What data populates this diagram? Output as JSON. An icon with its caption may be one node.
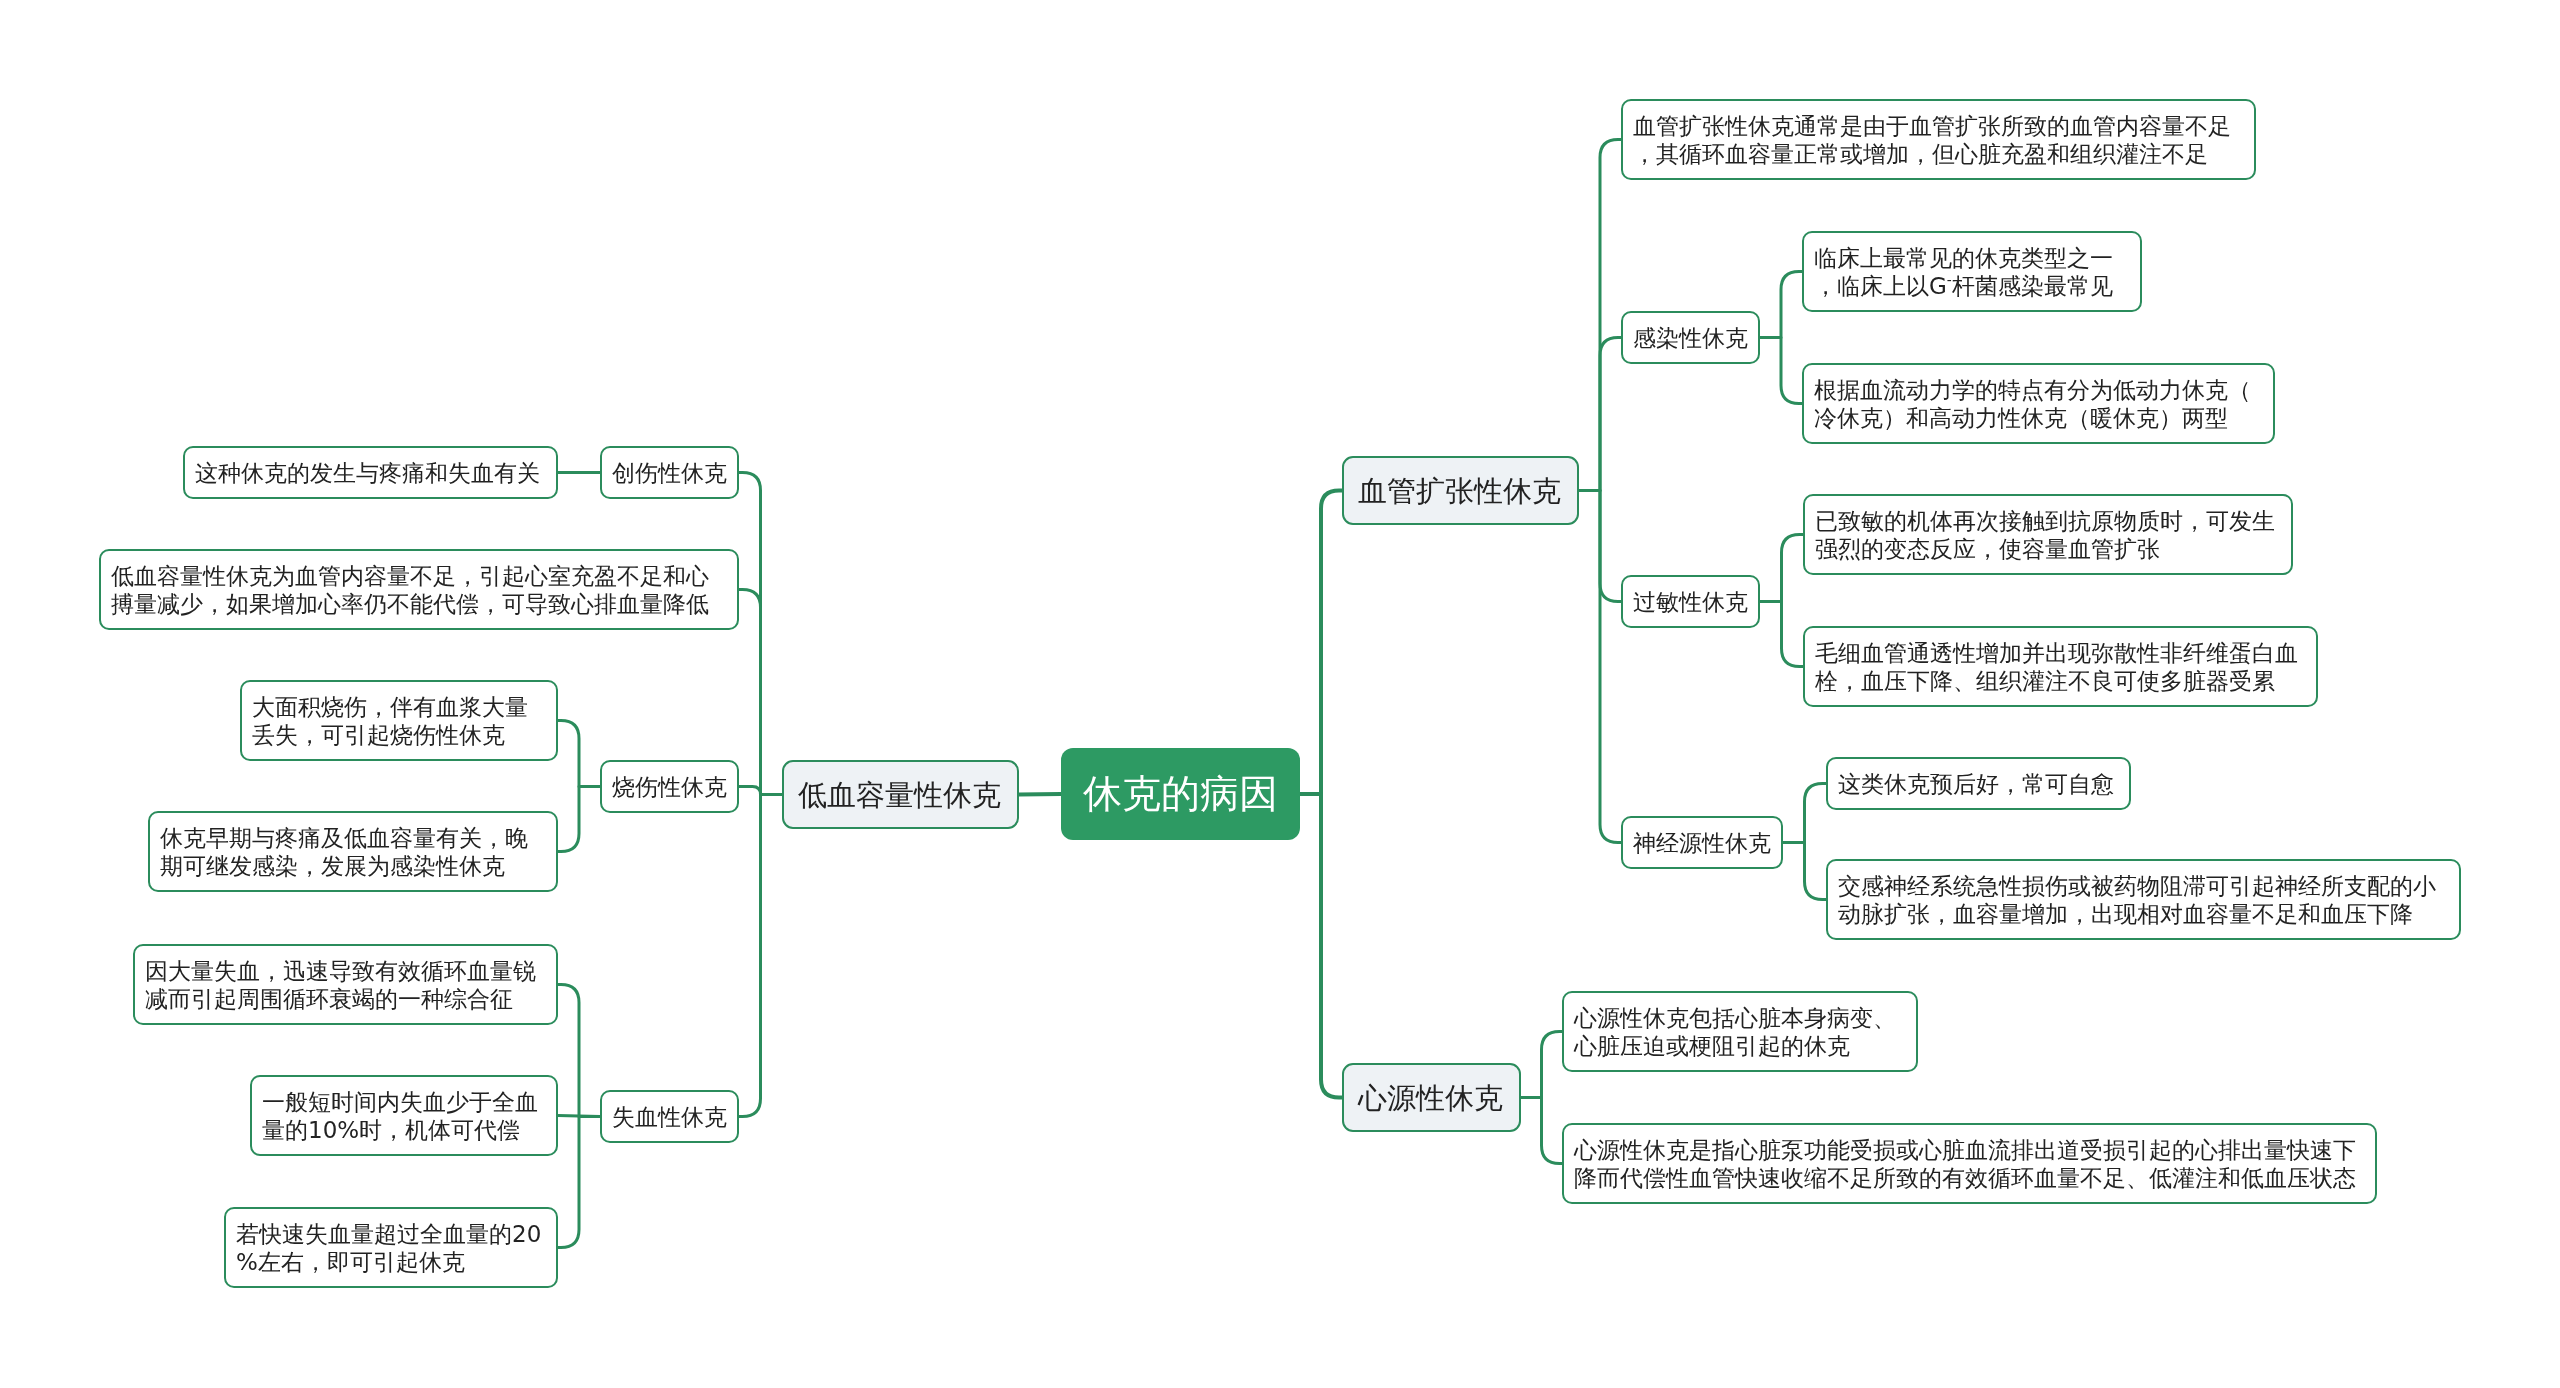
{
  "diagram": {
    "nodes": [
      {
        "text": [
          "休克的病因"
        ]
      },
      {
        "text": [
          "低血容量性休克"
        ]
      },
      {
        "text": [
          "创伤性休克"
        ]
      },
      {
        "text": [
          "这种休克的发生与疼痛和失血有关"
        ]
      },
      {
        "text": [
          "低血容量性休克为血管内容量不足，引起心室充盈不足和心搏量减少，如果增加心率仍不能代偿，可导致心排血量降低"
        ]
      },
      {
        "text": [
          "烧伤性休克"
        ]
      },
      {
        "text": [
          "大面积烧伤，伴有血浆大量丢失，可引起烧伤性休克"
        ]
      },
      {
        "text": [
          "休克早期与疼痛及低血容量有关，晚期可继发感染，发展为感染性休克"
        ]
      },
      {
        "text": [
          "失血性休克"
        ]
      },
      {
        "text": [
          "因大量失血，迅速导致有效循环血量锐减而引起周围循环衰竭的一种综合征"
        ]
      },
      {
        "text": [
          "一般短时间内失血少于全血量的10%时，机体可代偿"
        ]
      },
      {
        "text": [
          "若快速失血量超过全血量的20%左右，即可引起休克"
        ]
      },
      {
        "text": [
          "血管扩张性休克"
        ]
      },
      {
        "text": [
          "血管扩张性休克通常是由于血管扩张所致的血管内容量不足，其循环血容量正常或增加，但心脏充盈和组织灌注不足"
        ]
      },
      {
        "text": [
          "感染性休克"
        ]
      },
      {
        "text": [
          "临床上最常见的休克类型之一，临床上以G$^{-}$杆菌感染最常见"
        ]
      },
      {
        "text": [
          "根据血流动力学的特点有分为低动力休克（冷休克）和高动力性休克（暖休克）两型"
        ]
      },
      {
        "text": [
          "过敏性休克"
        ]
      },
      {
        "text": [
          "已致敏的机体再次接触到抗原物质时，可发生强烈的变态反应，使容量血管扩张"
        ]
      },
      {
        "text": [
          "毛细血管通透性增加并出现弥散性非纤维蛋白血栓，血压下降、组织灌注不良可使多脏器受累"
        ]
      },
      {
        "text": [
          "神经源性休克"
        ]
      },
      {
        "text": [
          "这类休克预后好，常可自愈"
        ]
      },
      {
        "text": [
          "交感神经系统急性损伤或被药物阻滞可引起神经所支配的小动脉扩张，血容量增加，出现相对血容量不足和血压下降"
        ]
      },
      {
        "text": [
          "心源性休克"
        ]
      },
      {
        "text": [
          "心源性休克包括心脏本身病变、心脏压迫或梗阻引起的休克"
        ]
      },
      {
        "text": [
          "心源性休克是指心脏泵功能受损或心脏血流排出道受损引起的心排出量快速下降而代偿性血管快速收缩不足所致的有效循环血量不足、低灌注和低血压状态"
        ]
      }
    ],
    "edges": [
      {
        "from": 0,
        "to": 1,
        "arrow": "none"
      },
      {
        "from": 1,
        "to": 2,
        "arrow": "none"
      },
      {
        "from": 2,
        "to": 3,
        "arrow": "none"
      },
      {
        "from": 1,
        "to": 4,
        "arrow": "none"
      },
      {
        "from": 1,
        "to": 5,
        "arrow": "none"
      },
      {
        "from": 5,
        "to": 6,
        "arrow": "none"
      },
      {
        "from": 5,
        "to": 7,
        "arrow": "none"
      },
      {
        "from": 1,
        "to": 8,
        "arrow": "none"
      },
      {
        "from": 8,
        "to": 9,
        "arrow": "none"
      },
      {
        "from": 8,
        "to": 10,
        "arrow": "none"
      },
      {
        "from": 8,
        "to": 11,
        "arrow": "none"
      },
      {
        "from": 0,
        "to": 12,
        "arrow": "none"
      },
      {
        "from": 12,
        "to": 13,
        "arrow": "none"
      },
      {
        "from": 12,
        "to": 14,
        "arrow": "none"
      },
      {
        "from": 14,
        "to": 15,
        "arrow": "none"
      },
      {
        "from": 14,
        "to": 16,
        "arrow": "none"
      },
      {
        "from": 12,
        "to": 17,
        "arrow": "none"
      },
      {
        "from": 17,
        "to": 18,
        "arrow": "none"
      },
      {
        "from": 17,
        "to": 19,
        "arrow": "none"
      },
      {
        "from": 12,
        "to": 20,
        "arrow": "none"
      },
      {
        "from": 20,
        "to": 21,
        "arrow": "none"
      },
      {
        "from": 20,
        "to": 22,
        "arrow": "none"
      },
      {
        "from": 0,
        "to": 23,
        "arrow": "none"
      },
      {
        "from": 23,
        "to": 24,
        "arrow": "none"
      },
      {
        "from": 23,
        "to": 25,
        "arrow": "none"
      }
    ]
  }
}
